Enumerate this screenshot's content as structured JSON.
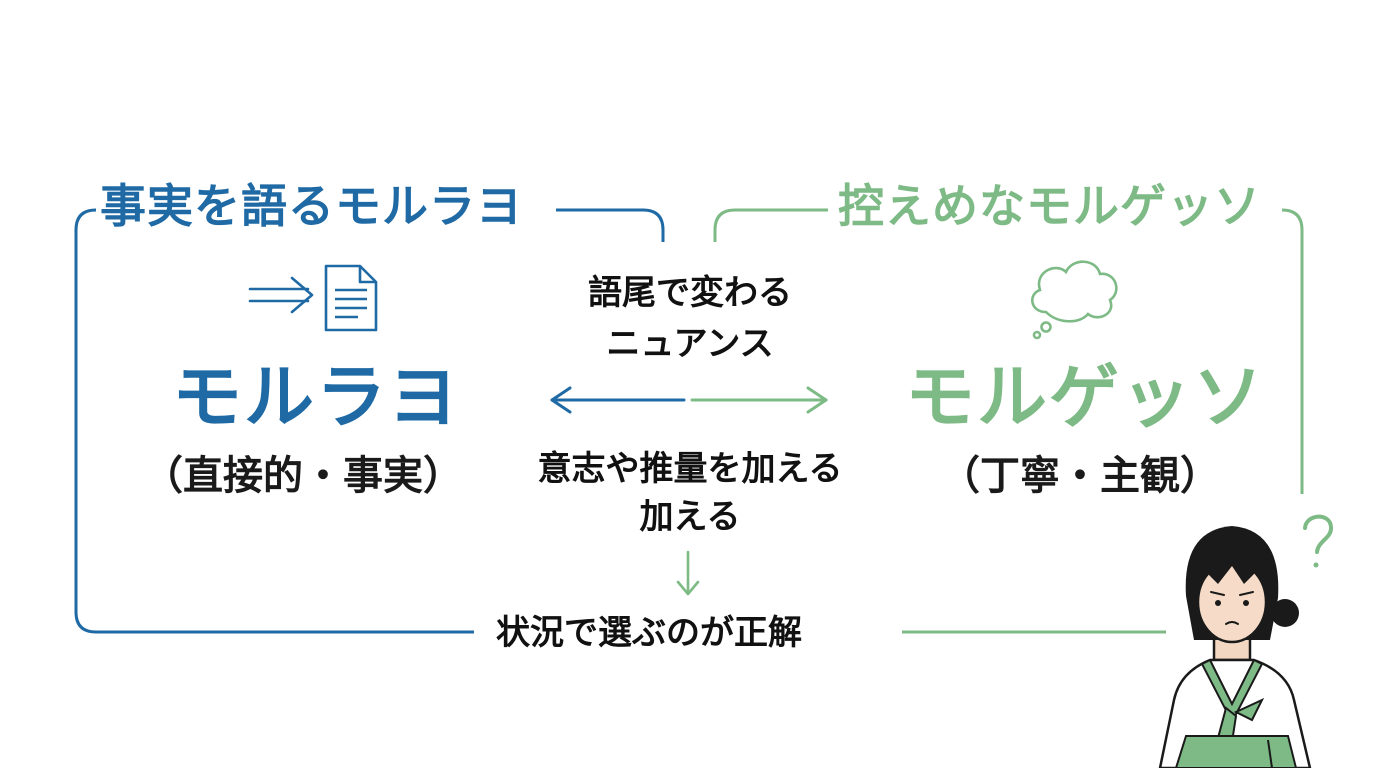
{
  "left_panel": {
    "title": "事実を語るモルラヨ",
    "main_label": "モルラヨ",
    "sub_label": "（直接的・事実）"
  },
  "right_panel": {
    "title": "控えめなモルゲッソ",
    "main_label": "モルゲッソ",
    "sub_label": "（丁寧・主観）"
  },
  "center": {
    "line1": "語尾で変わる",
    "line2": "ニュアンス",
    "line3": "意志や推量を加える",
    "line4": "加える"
  },
  "bottom_text": "状況で選ぶのが正解",
  "colors": {
    "blue": "#1f6aa5",
    "green": "#7dba85",
    "text": "#1a1a1a"
  }
}
